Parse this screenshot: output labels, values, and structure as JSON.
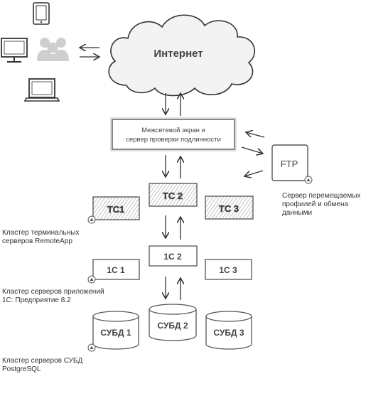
{
  "internet": {
    "label": "Интернет"
  },
  "firewall": {
    "line1": "Межсетевой экран и",
    "line2": "сервер проверки подлинности"
  },
  "ftp": {
    "label": "FTP",
    "caption_lines": [
      "Сервер перемещаемых",
      "профилей и обмена",
      "данными"
    ]
  },
  "ts_cluster": {
    "nodes": [
      "ТС1",
      "ТС 2",
      "ТС 3"
    ],
    "caption_lines": [
      "Кластер терминальных",
      "серверов RemoteApp"
    ]
  },
  "app_cluster": {
    "nodes": [
      "1С 1",
      "1С 2",
      "1С 3"
    ],
    "caption_lines": [
      "Кластер серверов приложений",
      "1С: Предприятие 8.2"
    ]
  },
  "db_cluster": {
    "nodes": [
      "СУБД 1",
      "СУБД 2",
      "СУБД 3"
    ],
    "caption_lines": [
      "Кластер серверов СУБД",
      "PostgreSQL"
    ]
  },
  "clients": {
    "devices": [
      "tablet-icon",
      "desktop-monitor-icon",
      "users-group-icon",
      "laptop-icon"
    ]
  },
  "colors": {
    "stroke": "#555555",
    "hatch": "#bdbdbd",
    "cloud_fill": "#f3f3f3",
    "user_icon": "#cfcfcf"
  }
}
